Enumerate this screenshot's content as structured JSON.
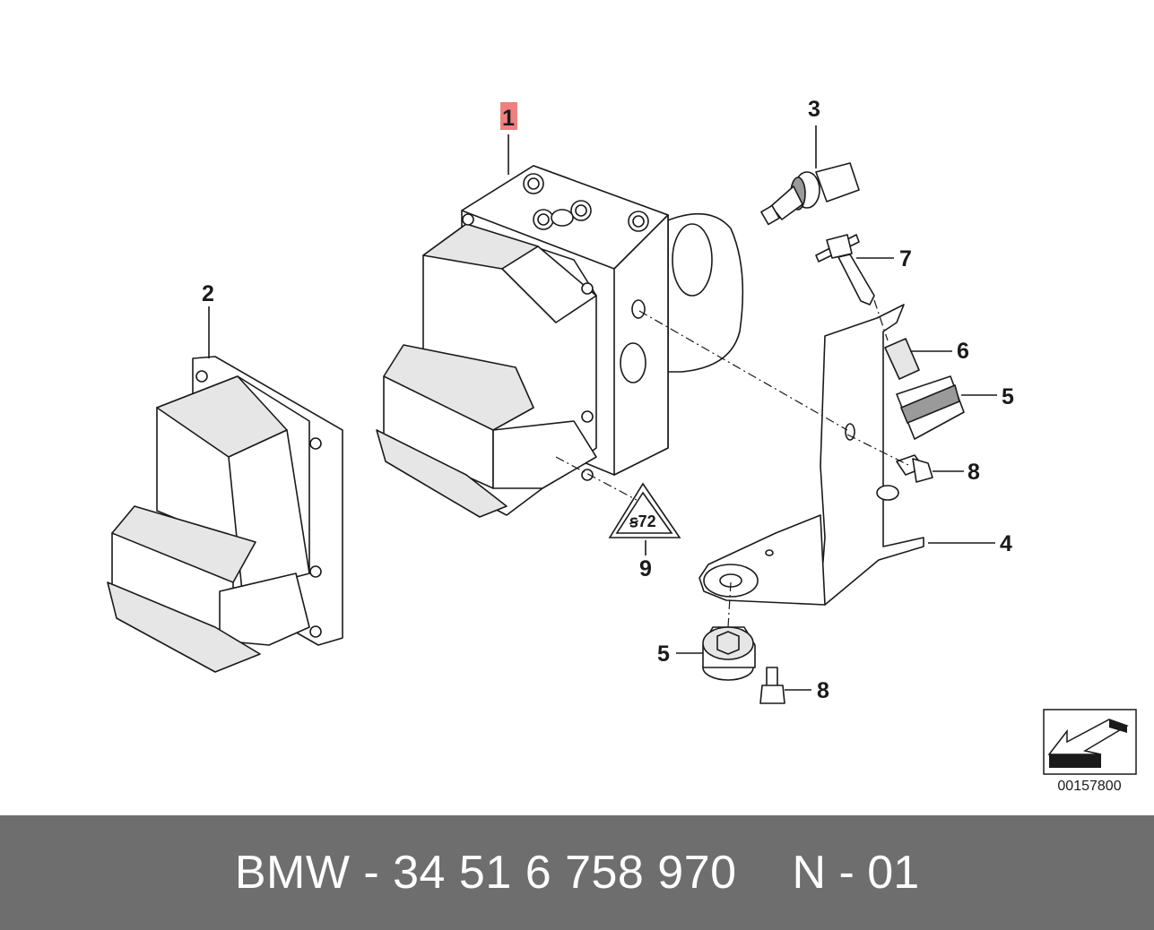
{
  "diagram": {
    "callouts": {
      "c1": "1",
      "c2": "2",
      "c3": "3",
      "c4": "4",
      "c5a": "5",
      "c5b": "5",
      "c6": "6",
      "c7": "7",
      "c8a": "8",
      "c8b": "8",
      "c9": "9"
    },
    "highlight_color": "#f08080",
    "catalog_code": "00157800"
  },
  "footer": {
    "part_number": "BMW - 34 51 6 758 970",
    "suffix": "N - 01",
    "background": "#6e6e6e"
  }
}
